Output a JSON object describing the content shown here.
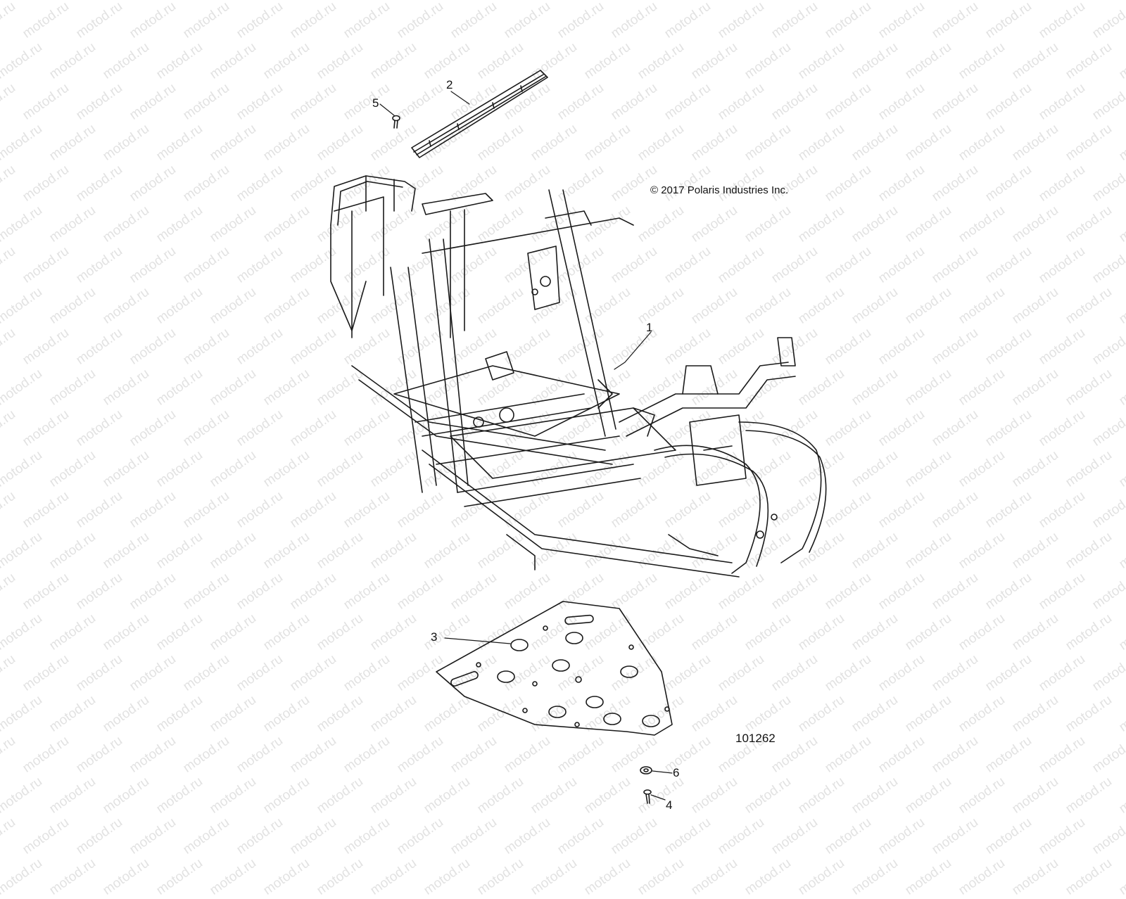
{
  "watermark": {
    "text": "motod.ru"
  },
  "copyright": "© 2017 Polaris Industries Inc.",
  "drawing_number": "101262",
  "callouts": [
    {
      "id": "callout-1",
      "label": "1",
      "part": "frame"
    },
    {
      "id": "callout-2",
      "label": "2",
      "part": "frame-rail"
    },
    {
      "id": "callout-3",
      "label": "3",
      "part": "skid-plate"
    },
    {
      "id": "callout-4",
      "label": "4",
      "part": "bolt"
    },
    {
      "id": "callout-5",
      "label": "5",
      "part": "screw"
    },
    {
      "id": "callout-6",
      "label": "6",
      "part": "nut"
    }
  ]
}
